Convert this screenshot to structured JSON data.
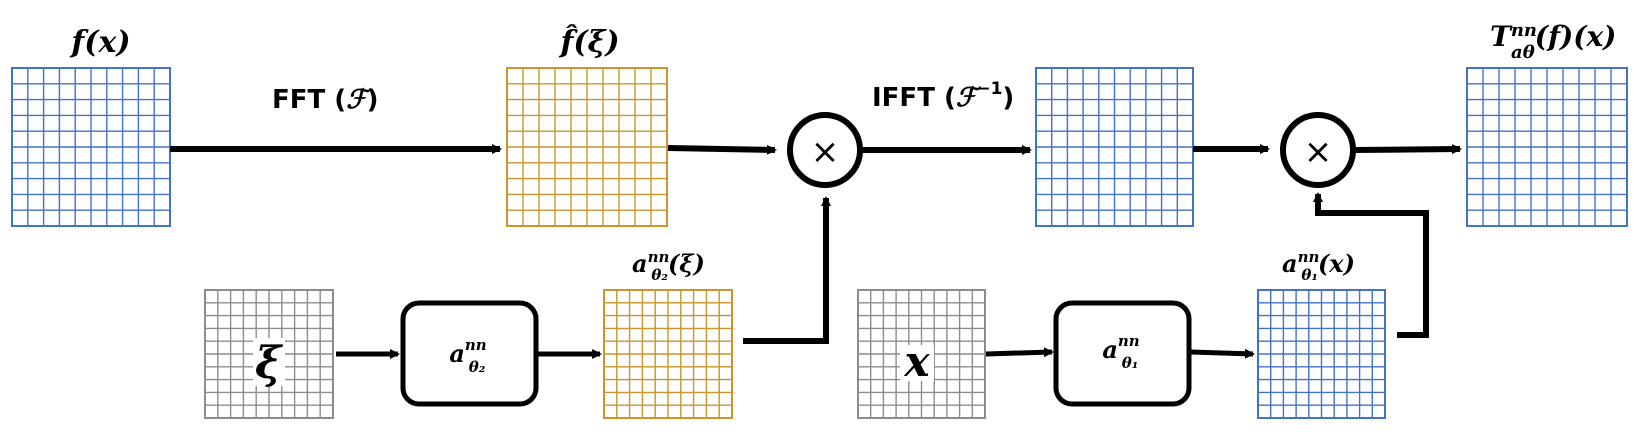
{
  "labels": {
    "f_x": "f(x)",
    "f_hat": "f̂(ξ)",
    "T_out_main": "T",
    "T_out_sup": "nn",
    "T_out_sub": "aθ",
    "T_out_tail": "(f)(x)",
    "fft_text": "FFT (",
    "fft_symbol": "ℱ",
    "fft_close": ")",
    "ifft_text": "IFFT (",
    "ifft_symbol": "ℱ",
    "ifft_sup": "−1",
    "ifft_close": ")",
    "a2_main": "a",
    "a2_sup": "nn",
    "a2_sub": "θ₂",
    "a2_arg": "(ξ)",
    "a1_main": "a",
    "a1_sup": "nn",
    "a1_sub": "θ₁",
    "a1_arg": "(x)"
  },
  "nodes": {
    "xi_input": "ξ",
    "x_input": "x",
    "net_a2_main": "a",
    "net_a2_sup": "nn",
    "net_a2_sub": "θ₂",
    "net_a1_main": "a",
    "net_a1_sup": "nn",
    "net_a1_sub": "θ₁",
    "multiply_1": "×",
    "multiply_2": "×"
  },
  "colors": {
    "grid_blue": "#4472c4",
    "grid_gold": "#c8962a",
    "grid_gray": "#8c8c8c",
    "stroke": "#000000"
  }
}
